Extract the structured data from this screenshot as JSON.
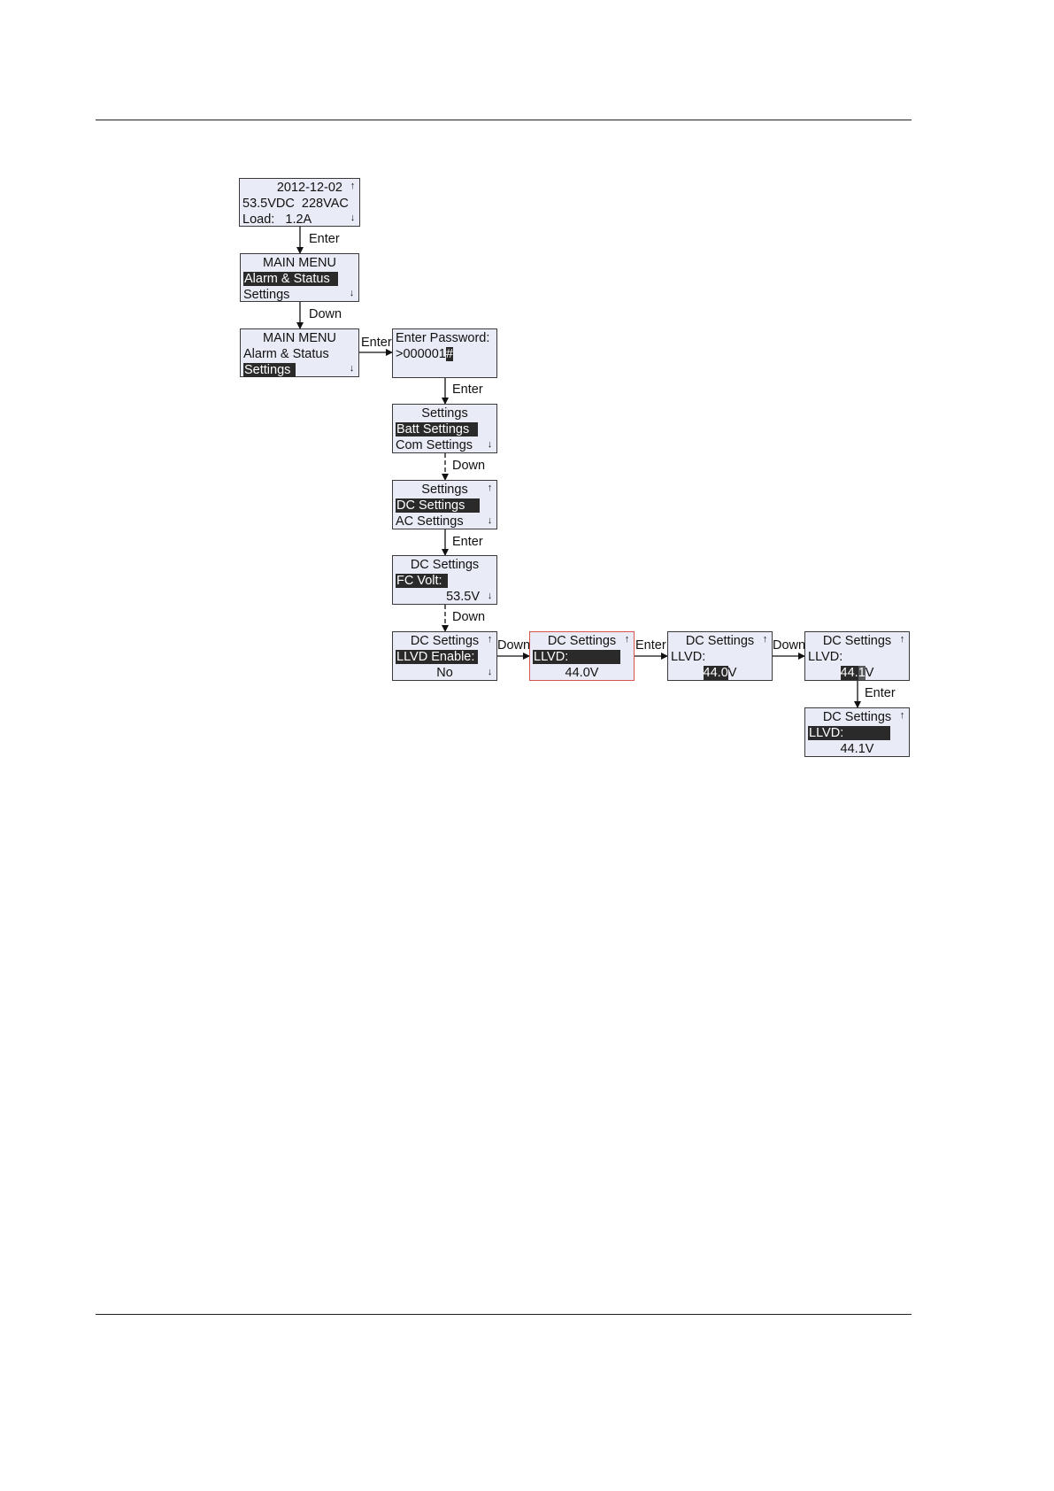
{
  "screens": {
    "s1": {
      "date": "2012-12-02",
      "dc": "53.5VDC",
      "ac": "228VAC",
      "load_label": "Load:",
      "load_value": "1.2A"
    },
    "s2": {
      "title": "MAIN MENU",
      "item1": "Alarm & Status",
      "item2": "Settings"
    },
    "s3": {
      "title": "MAIN MENU",
      "item1": "Alarm & Status",
      "item2": "Settings"
    },
    "s4": {
      "title": "Enter Password:",
      "value": ">000001",
      "cursor": "#"
    },
    "s5": {
      "title": "Settings",
      "item1": "Batt Settings",
      "item2": "Com Settings"
    },
    "s6": {
      "title": "Settings",
      "item1": "DC Settings",
      "item2": "AC Settings"
    },
    "s7": {
      "title": "DC Settings",
      "item1": "FC Volt:",
      "value": "53.5V"
    },
    "s8": {
      "title": "DC Settings",
      "item1": "LLVD Enable:",
      "value": "No"
    },
    "s9": {
      "title": "DC Settings",
      "item1": "LLVD:",
      "value": "44.0V"
    },
    "s10": {
      "title": "DC Settings",
      "item1": "LLVD:",
      "value_sel": "44.0",
      "value_unit": "V"
    },
    "s11": {
      "title": "DC Settings",
      "item1": "LLVD:",
      "value_a": "44.",
      "value_cur": "1",
      "value_unit": "V"
    },
    "s12": {
      "title": "DC Settings",
      "item1": "LLVD:",
      "value": "44.1V"
    }
  },
  "actions": {
    "a1": "Enter",
    "a2": "Down",
    "a3": "Enter",
    "a4": "Enter",
    "a5": "Down",
    "a6": "Enter",
    "a7": "Down",
    "a8": "Down",
    "a9": "Enter",
    "a10": "Down",
    "a11": "Enter"
  },
  "icons": {
    "up": "up-arrow-icon",
    "down": "down-arrow-icon"
  },
  "colors": {
    "lcd_bg": "#e9ecf6",
    "highlight": "#2a2a2a",
    "active_border": "#d9534f"
  }
}
